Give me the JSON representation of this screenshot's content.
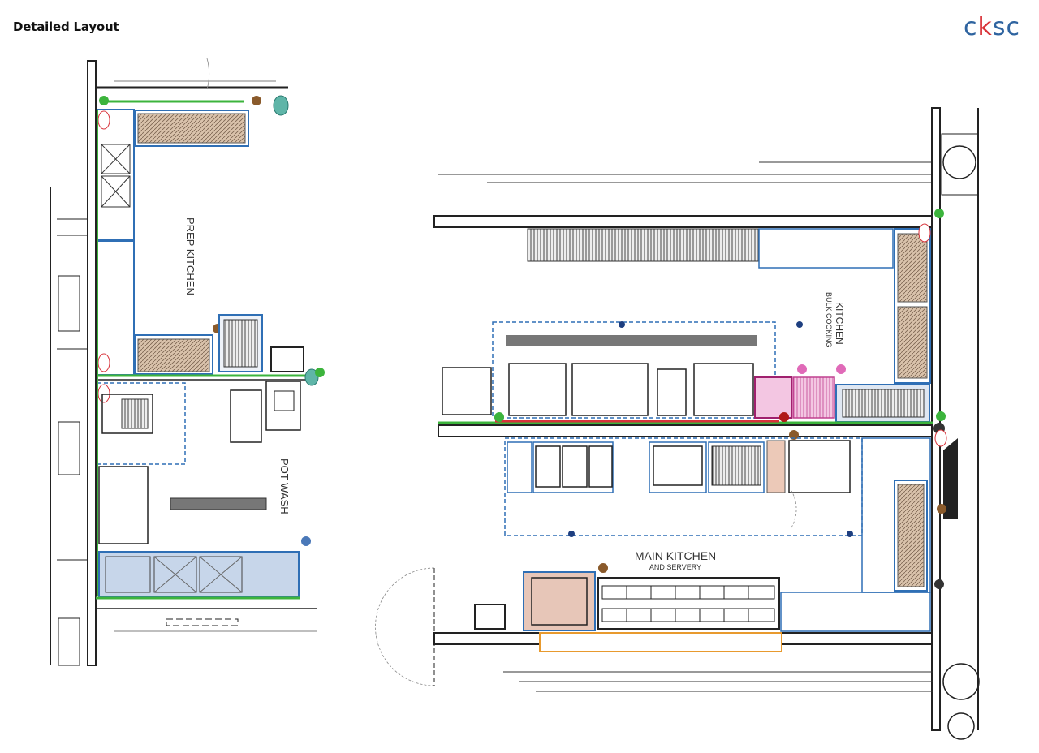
{
  "header": {
    "title": "Detailed Layout",
    "logo": {
      "c1": "c",
      "k": "k",
      "rest": "sc",
      "text": "cksc"
    }
  },
  "rooms": {
    "prep_kitchen": "PREP KITCHEN",
    "pot_wash": "POT WASH",
    "bulk_cooking_1": "KITCHEN",
    "bulk_cooking_2": "BULK COOKING",
    "main_kitchen": "MAIN KITCHEN",
    "main_kitchen_sub": "AND SERVERY"
  },
  "colors": {
    "wall": "#222222",
    "zone_blue": "#2f6fb5",
    "green_line": "#3cb43c",
    "red_line": "#d8323a",
    "pink": "#e06ab8",
    "hatch": "#b89c82",
    "orange": "#e89a2e",
    "logo_blue": "#2f64a0",
    "logo_red": "#d9343a"
  }
}
